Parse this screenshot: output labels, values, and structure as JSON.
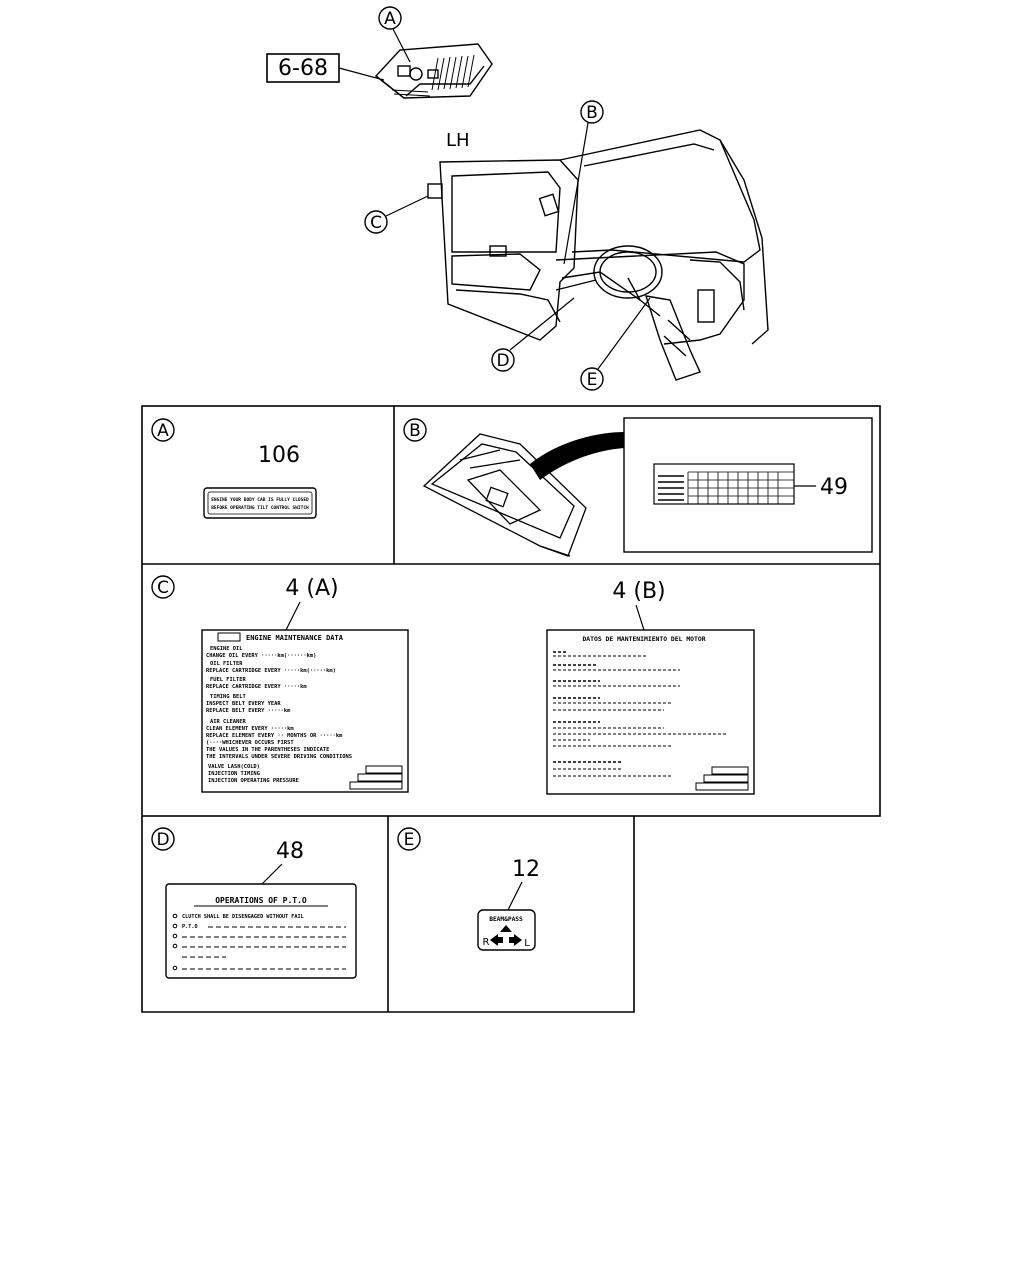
{
  "top_view": {
    "ref_box_label": "6-68",
    "side_label": "LH",
    "callouts": [
      "A",
      "B",
      "C",
      "D",
      "E"
    ]
  },
  "panels": {
    "a": {
      "letter": "A",
      "part_no": "106",
      "label_lines": [
        "ENGINE YOUR BODY CAB IS FULLY CLOSED",
        "BEFORE OPERATING TILT CONTROL SWITCH"
      ]
    },
    "b": {
      "letter": "B",
      "part_no": "49"
    },
    "c": {
      "letter": "C",
      "part_a_no": "4 (A)",
      "part_b_no": "4 (B)",
      "label_a": {
        "title": "ENGINE MAINTENANCE DATA",
        "lines": [
          "ENGINE OIL",
          "CHANGE OIL EVERY ·····km(······km)",
          "OIL FILTER",
          "REPLACE CARTRIDGE EVERY ·····km(·····km)",
          "FUEL FILTER",
          "REPLACE CARTRIDGE EVERY ·····km",
          "TIMING BELT",
          "INSPECT BELT EVERY YEAR",
          "REPLACE BELT EVERY ·····km",
          "AIR CLEANER",
          "CLEAN ELEMENT EVERY ·····km",
          "REPLACE ELEMENT EVERY ·· MONTHS OR ·····km",
          "(····WHICHEVER OCCURS FIRST",
          "THE VALUES IN THE PARENTHESES INDICATE",
          "THE INTERVALS UNDER SEVERE DRIVING CONDITIONS",
          "VALVE LASH(COLD)",
          "INJECTION TIMING",
          "INJECTION OPERATING PRESSURE"
        ]
      },
      "label_b": {
        "title": "DATOS DE MANTENIMIENTO DEL MOTOR"
      }
    },
    "d": {
      "letter": "D",
      "part_no": "48",
      "title": "OPERATIONS OF P.T.O",
      "lines": [
        "CLUTCH SHALL BE DISENGAGED WITHOUT FAIL",
        "P.T.O"
      ]
    },
    "e": {
      "letter": "E",
      "part_no": "12",
      "label_top": "BEAM&PASS",
      "label_r": "R",
      "label_l": "L"
    }
  }
}
